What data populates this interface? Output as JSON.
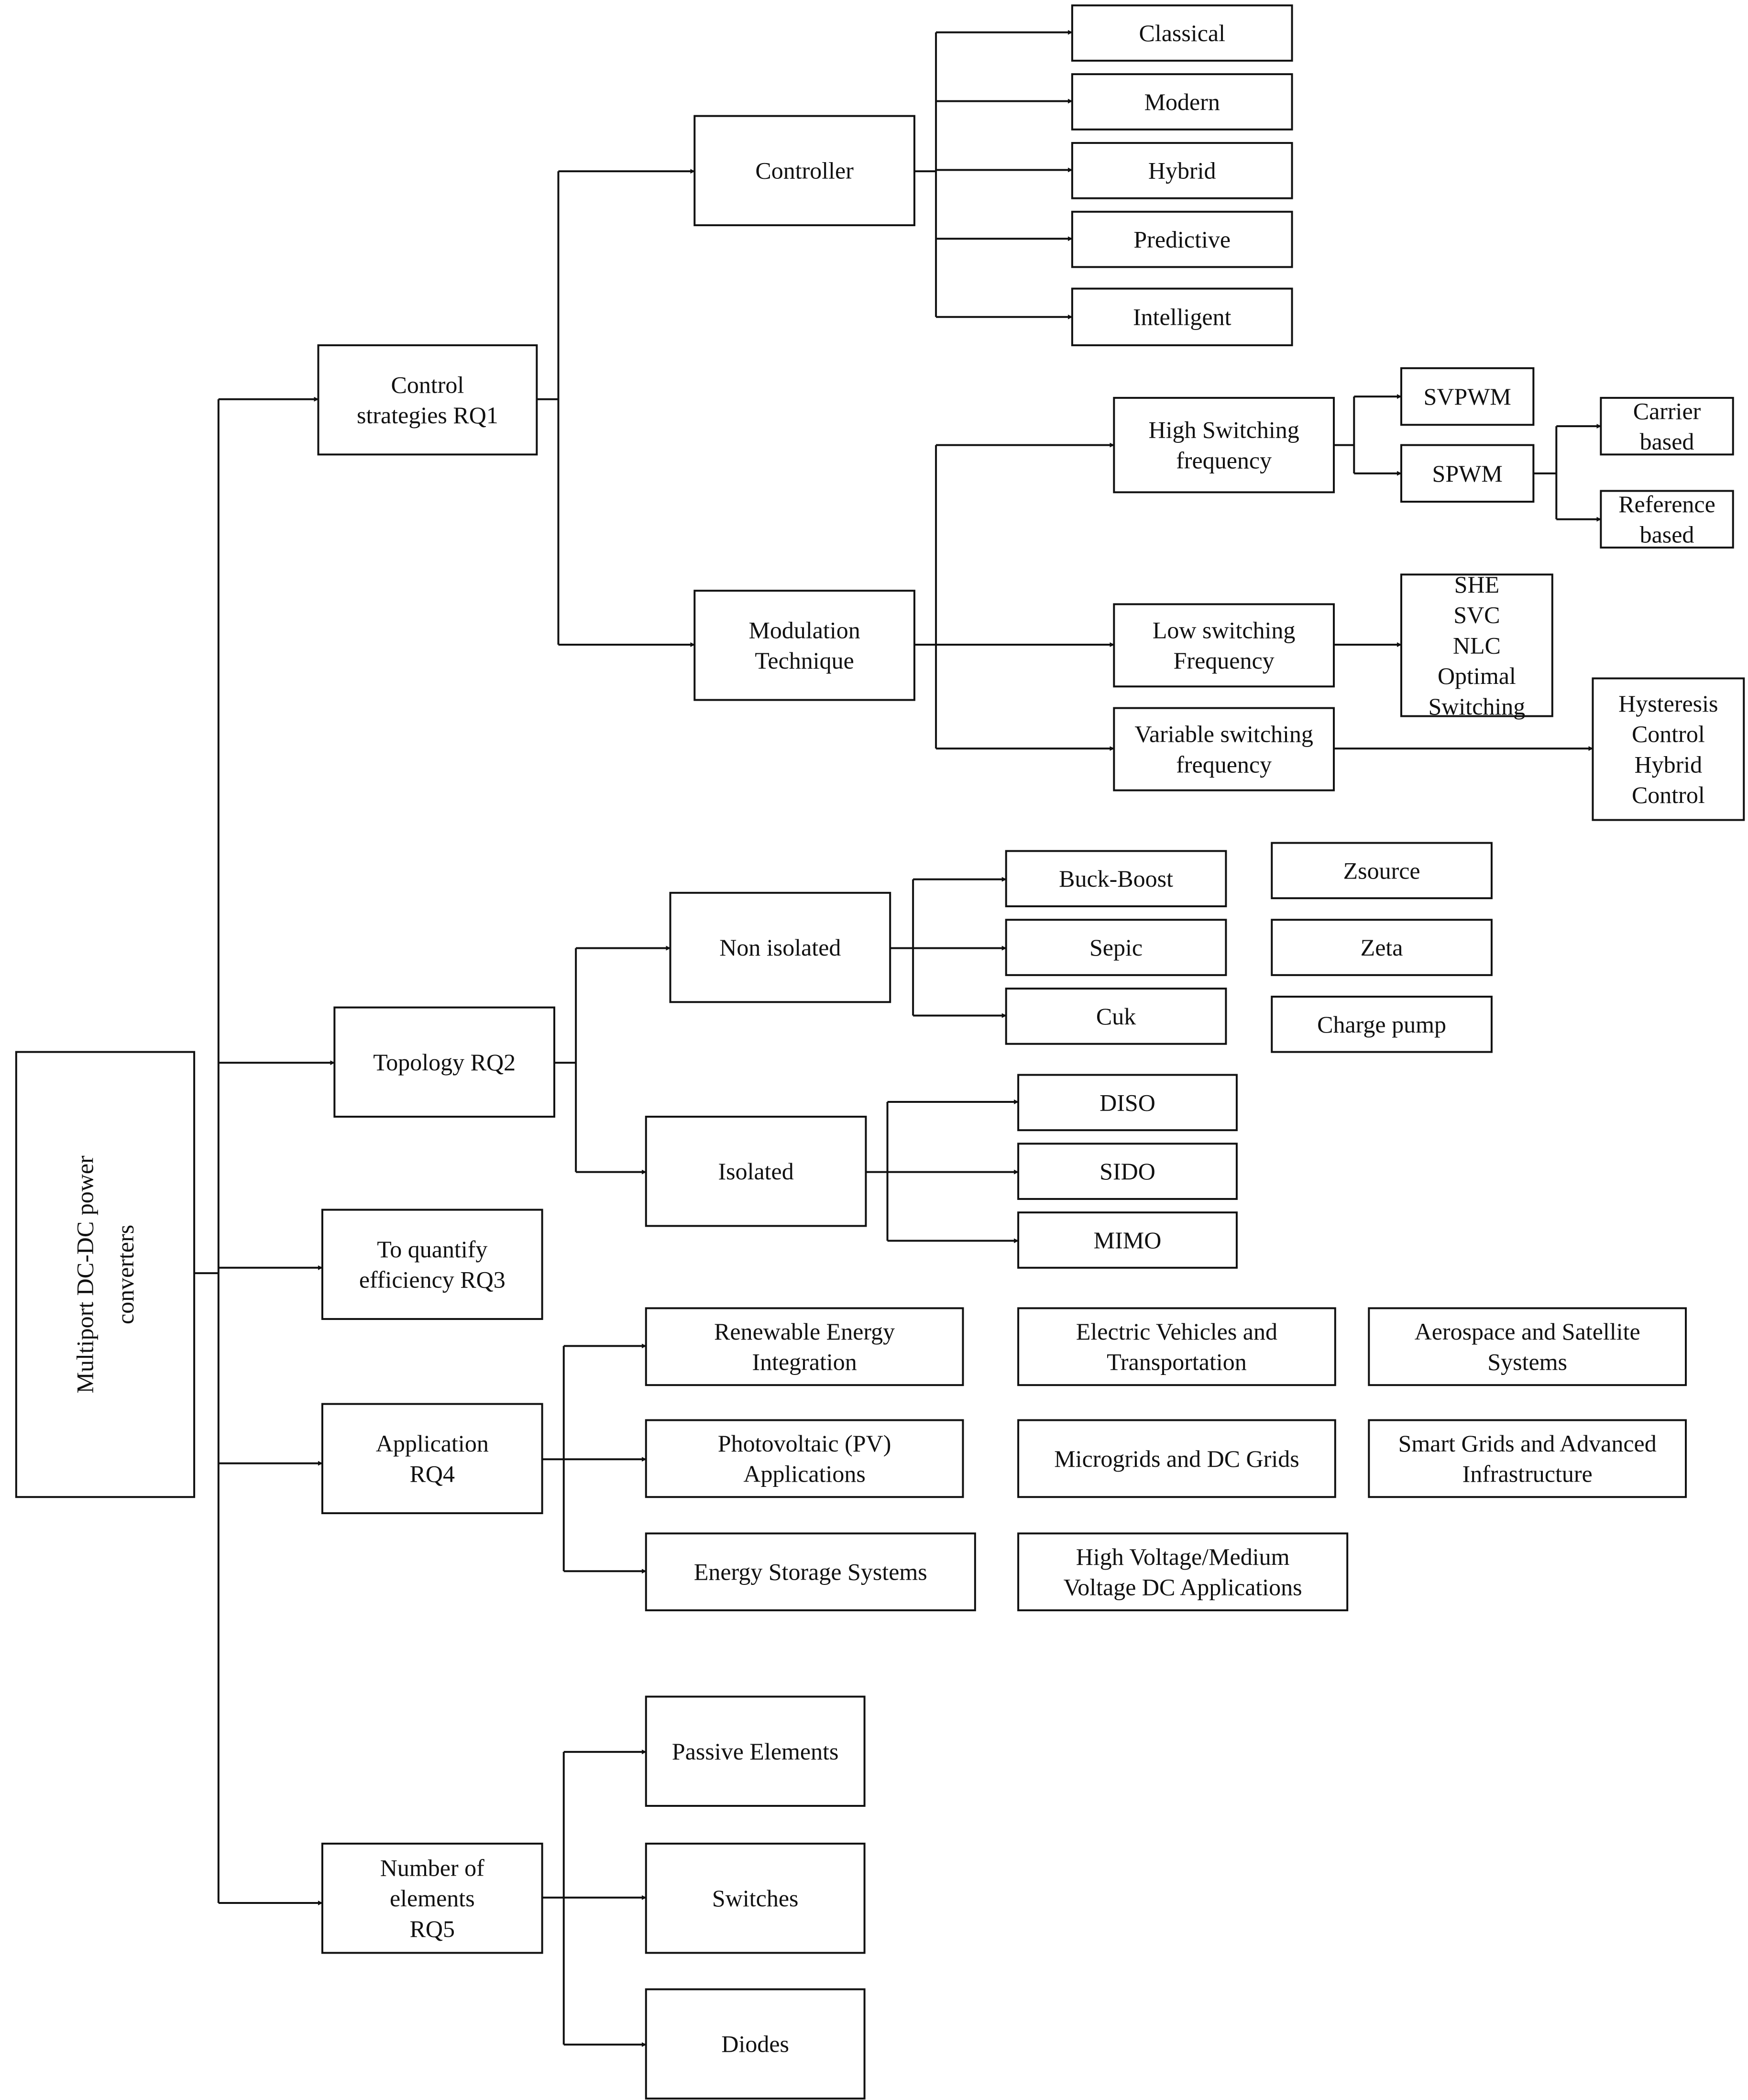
{
  "root": {
    "label": "Multiport DC-DC power converters"
  },
  "rq1": {
    "label": "Control strategies RQ1",
    "controller": {
      "label": "Controller",
      "items": [
        "Classical",
        "Modern",
        "Hybrid",
        "Predictive",
        "Intelligent"
      ]
    },
    "modulation": {
      "label": "Modulation Technique",
      "high": {
        "label": "High Switching frequency",
        "svpwm": "SVPWM",
        "spwm": "SPWM",
        "carrier": "Carrier based",
        "reference": "Reference based"
      },
      "low": {
        "label": "Low switching Frequency",
        "methods": [
          "SHE",
          "SVC",
          "NLC",
          "Optimal",
          "Switching"
        ]
      },
      "variable": {
        "label": "Variable switching frequency",
        "methods": [
          "Hysteresis",
          "Control",
          "Hybrid",
          "Control"
        ]
      }
    }
  },
  "rq2": {
    "label": "Topology  RQ2",
    "non_isolated": {
      "label": "Non isolated",
      "items": [
        "Buck-Boost",
        "Sepic",
        "Cuk"
      ],
      "extra": [
        "Zsource",
        "Zeta",
        "Charge pump"
      ]
    },
    "isolated": {
      "label": "Isolated",
      "items": [
        "DISO",
        "SIDO",
        "MIMO"
      ]
    }
  },
  "rq3": {
    "label": "To quantify efficiency RQ3"
  },
  "rq4": {
    "label": "Application RQ4",
    "items": [
      "Renewable Energy Integration",
      "Photovoltaic (PV) Applications",
      "Energy Storage Systems",
      "Electric Vehicles and Transportation",
      "Microgrids and DC Grids",
      "High Voltage/Medium Voltage DC Applications",
      "Aerospace and Satellite Systems",
      "Smart Grids and Advanced Infrastructure"
    ]
  },
  "rq5": {
    "label": "Number of elements RQ5",
    "items": [
      "Passive Elements",
      "Switches",
      "Diodes"
    ]
  }
}
